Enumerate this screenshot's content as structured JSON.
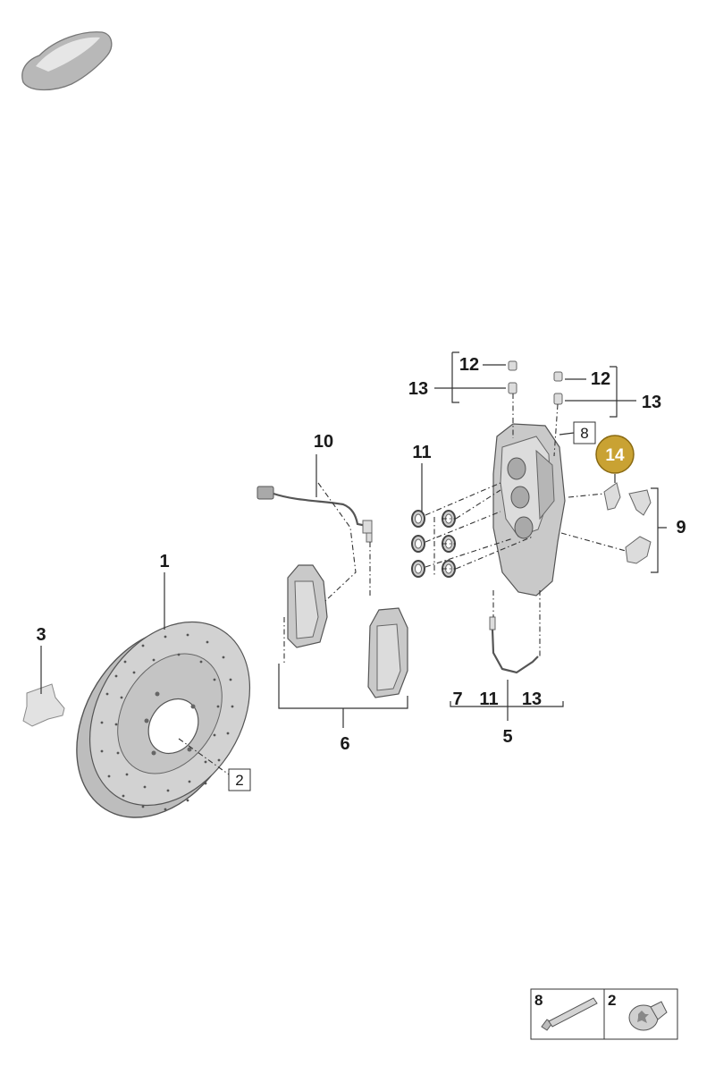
{
  "labels": {
    "rotor": "1",
    "screw_box": "2",
    "shield": "3",
    "caliper": "5",
    "pads": "6",
    "seven": "7",
    "bolt_box": "8",
    "spring_set": "9",
    "wear_sensor": "10",
    "seals": "11",
    "bleed_left": "12",
    "cap_left": "13",
    "bleed_right": "12",
    "cap_right": "13",
    "bracket_eleven": "11",
    "bracket_thirteen": "13",
    "highlight": "14"
  },
  "legend": {
    "bolt": "8",
    "screw": "2"
  },
  "colors": {
    "highlight_fill": "#c9a233",
    "highlight_stroke": "#8a6a12",
    "part_fill": "#c9c9c9"
  }
}
